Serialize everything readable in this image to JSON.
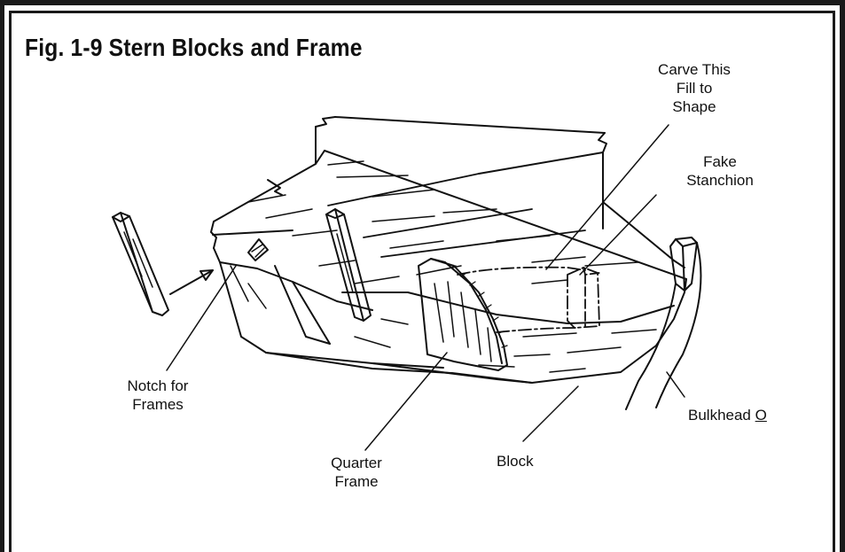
{
  "figure": {
    "title": "Fig. 1-9 Stern Blocks and Frame"
  },
  "labels": {
    "carve_fill_line1": "Carve This",
    "carve_fill_line2": "Fill to",
    "carve_fill_line3": "Shape",
    "fake_stanchion_line1": "Fake",
    "fake_stanchion_line2": "Stanchion",
    "notch_line1": "Notch for",
    "notch_line2": "Frames",
    "quarter_line1": "Quarter",
    "quarter_line2": "Frame",
    "block": "Block",
    "bulkhead_text": "Bulkhead ",
    "bulkhead_letter": "O"
  },
  "colors": {
    "ink": "#111111",
    "background": "#ffffff",
    "border": "#1a1a1a"
  }
}
